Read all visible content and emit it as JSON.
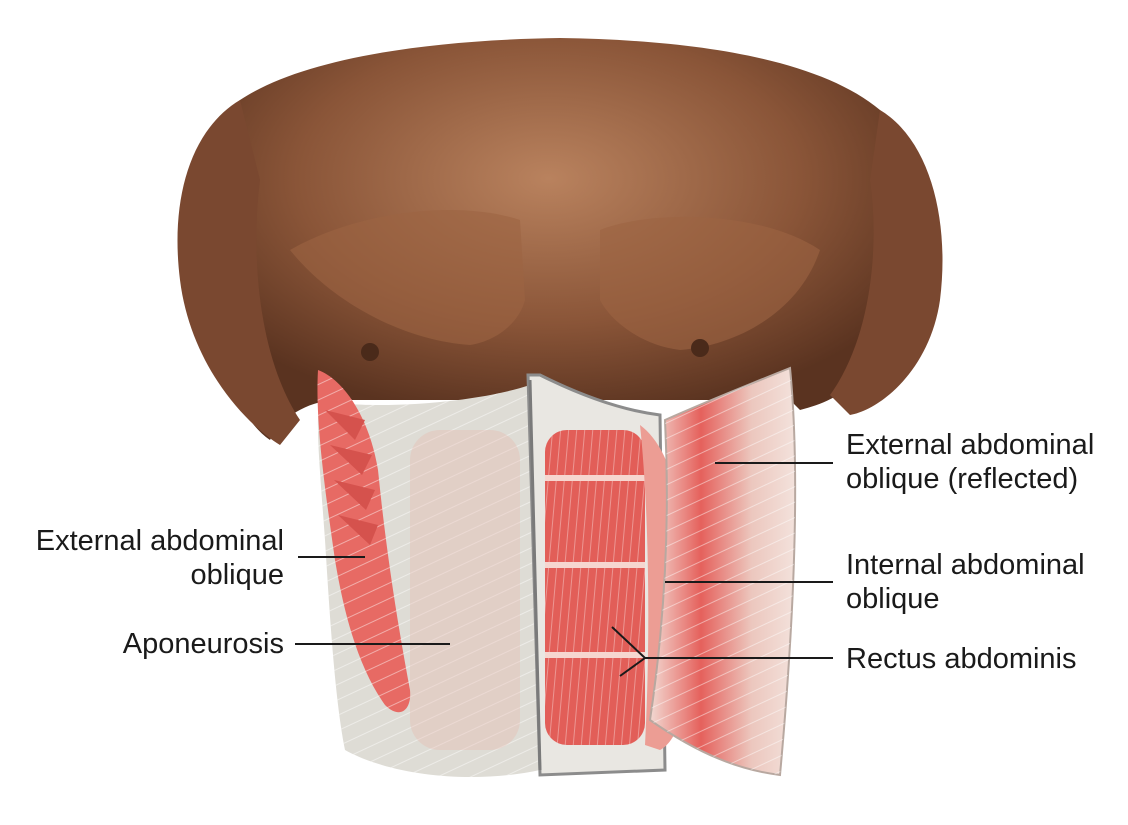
{
  "labels": {
    "external_oblique_reflected": {
      "line1": "External abdominal",
      "line2": "oblique (reflected)"
    },
    "internal_oblique": {
      "line1": "Internal abdominal",
      "line2": "oblique"
    },
    "rectus_abdominis": {
      "line1": "Rectus abdominis"
    },
    "external_oblique_left": {
      "line1": "External abdominal",
      "line2": "oblique"
    },
    "aponeurosis": {
      "line1": "Aponeurosis"
    }
  },
  "colors": {
    "skin": "#8a5538",
    "skin_light": "#b07a58",
    "skin_shadow": "#4a2a1a",
    "fascia": "#dcdcd4",
    "muscle": "#e8706a",
    "muscle_light": "#f2a9a0",
    "leader_line": "#1a1a1a"
  }
}
